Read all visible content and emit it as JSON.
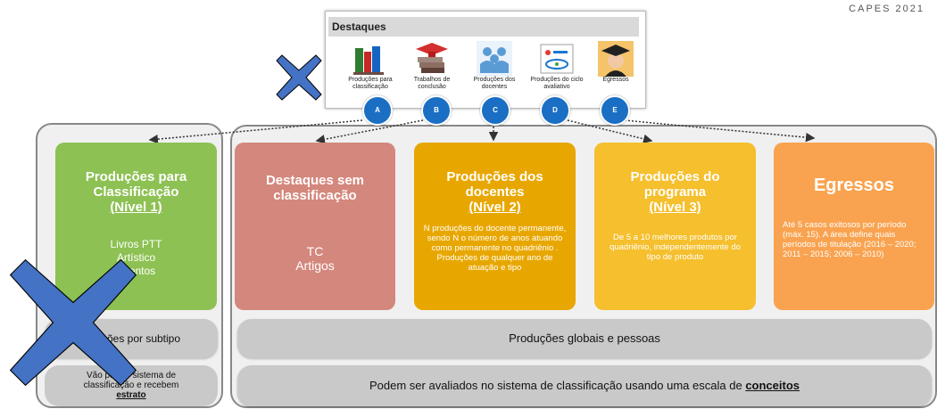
{
  "corner_label": "CAPES 2021",
  "destaques": {
    "title": "Destaques",
    "items": [
      {
        "label": "Produções para classificação",
        "icon": "books-icon"
      },
      {
        "label": "Trabalhos de conclusão",
        "icon": "graduation-books-icon"
      },
      {
        "label": "Produções dos docentes",
        "icon": "people-group-icon"
      },
      {
        "label": "Produções do ciclo avaliativo",
        "icon": "cycle-chart-icon"
      },
      {
        "label": "Egressos",
        "icon": "graduate-person-icon"
      }
    ],
    "letters": [
      "A",
      "B",
      "C",
      "D",
      "E"
    ]
  },
  "boxes": [
    {
      "title": "Produções para Classificação",
      "subtitle": "(Nível 1)",
      "body": "Livros PTT Artístico Eventos",
      "color": "#8dc153"
    },
    {
      "title": "Destaques sem classificação",
      "subtitle": "",
      "body": "TC Artigos",
      "color": "#d4877c"
    },
    {
      "title": "Produções dos docentes",
      "subtitle": "(Nível 2)",
      "body": "N produções do docente permanente, sendo N o número de anos atuando como permanente no quadriênio . Produções de qualquer ano de atuação e tipo",
      "color": "#e8a700"
    },
    {
      "title": "Produções do programa",
      "subtitle": "(Nível 3)",
      "body": "De 5 a 10 melhores produtos por quadriênio, independentemente do tipo de produto",
      "color": "#f5bf2d"
    },
    {
      "title": "Egressos",
      "subtitle": "",
      "body": "Até 5 casos exitosos por período (máx. 15). A área define quais períodos de titulação (2016 – 2020; 2011 – 2015; 2006 – 2010)",
      "color": "#f9a350"
    }
  ],
  "pills": {
    "left_top": "ões por subtipo",
    "left_bottom_pre": "Vão para o sistema de classificação e recebem",
    "left_bottom_bold": "estrato",
    "right_top": "Produções globais e pessoas",
    "right_bottom_pre": "Podem ser avaliados no sistema de classificação usando uma escala de",
    "right_bottom_bold": "conceitos"
  },
  "colors": {
    "cross": "#4472c4",
    "circle": "#1a6fc4"
  }
}
